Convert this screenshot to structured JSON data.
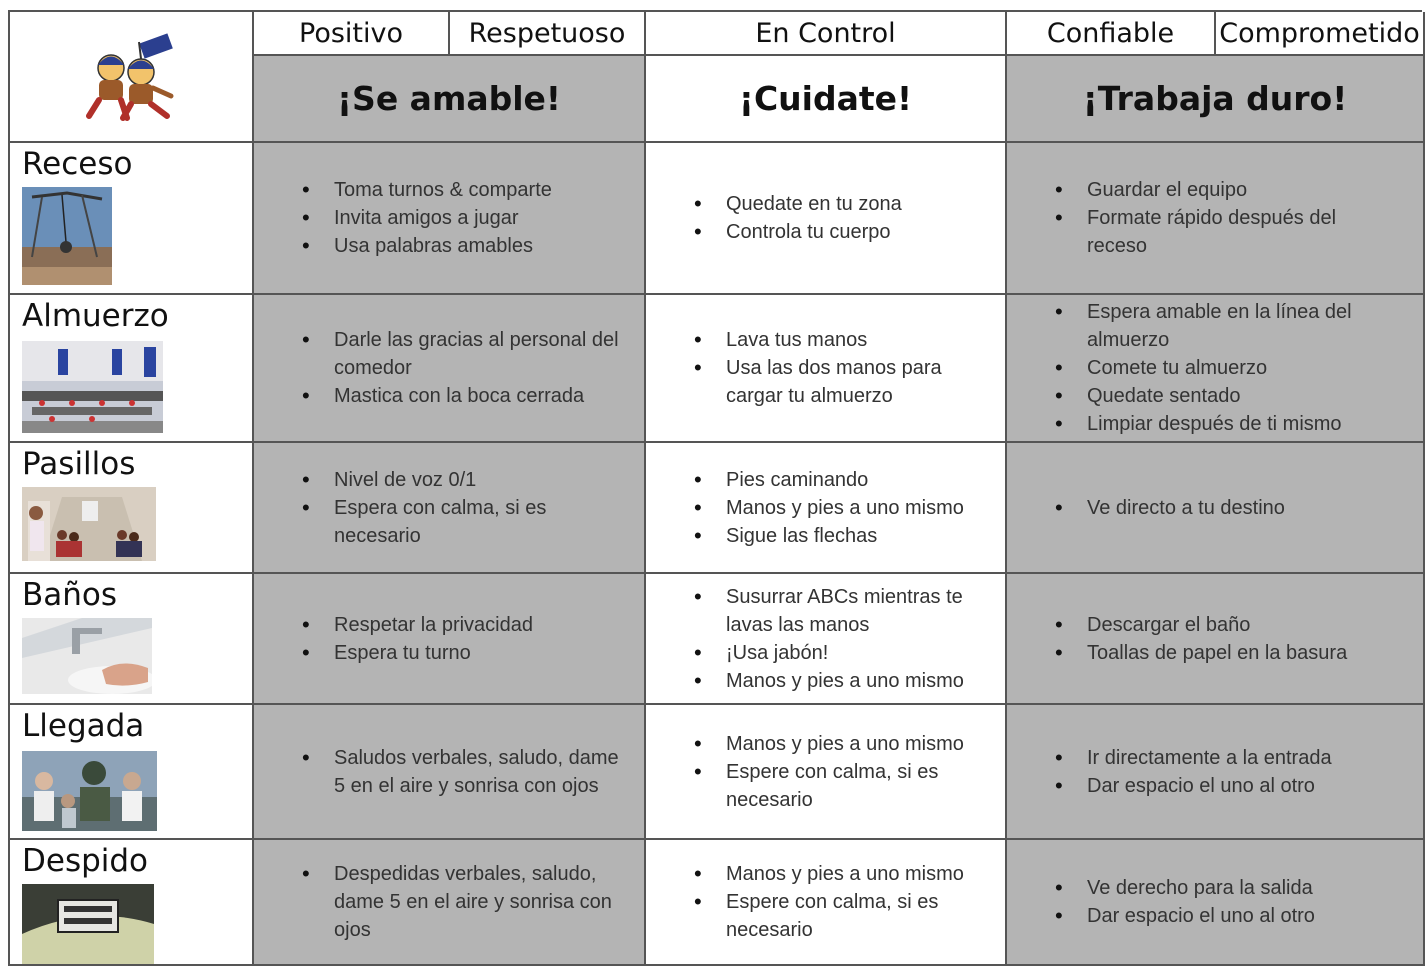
{
  "header": {
    "positive": "Positivo",
    "respectful": "Respetuoso",
    "in_control": "En Control",
    "reliable": "Confiable",
    "committed": "Comprometido",
    "kind": "¡Se amable!",
    "care": "¡Cuidate!",
    "work": "¡Trabaja duro!"
  },
  "rows": [
    {
      "label": "Receso",
      "kind": [
        "Toma turnos & comparte",
        "Invita amigos a jugar",
        "Usa palabras amables"
      ],
      "care": [
        "Quedate en tu zona",
        "Controla tu cuerpo"
      ],
      "work": [
        "Guardar el equipo",
        "Formate rápido después del receso"
      ]
    },
    {
      "label": "Almuerzo",
      "kind": [
        "Darle las gracias al personal del comedor",
        "Mastica con la boca cerrada"
      ],
      "care": [
        "Lava tus manos",
        "Usa las dos manos para cargar tu almuerzo"
      ],
      "work": [
        "Espera amable en la línea del almuerzo",
        "Comete tu almuerzo",
        "Quedate sentado",
        "Limpiar después de ti mismo"
      ]
    },
    {
      "label": "Pasillos",
      "kind": [
        "Nivel de voz 0/1",
        "Espera con calma, si es necesario"
      ],
      "care": [
        "Pies caminando",
        "Manos y pies a uno mismo",
        "Sigue las flechas"
      ],
      "work": [
        "Ve directo a tu destino"
      ]
    },
    {
      "label": "Baños",
      "kind": [
        "Respetar la privacidad",
        "Espera tu turno"
      ],
      "care": [
        "Susurrar ABCs mientras te lavas las manos",
        "¡Usa jabón!",
        "Manos y pies a uno mismo"
      ],
      "work": [
        "Descargar el baño",
        "Toallas de papel en la basura"
      ]
    },
    {
      "label": "Llegada",
      "kind": [
        "Saludos verbales, saludo, dame 5 en el aire y sonrisa con ojos"
      ],
      "care": [
        "Manos y pies a uno mismo",
        "Espere con calma, si es necesario"
      ],
      "work": [
        "Ir directamente a la entrada",
        "Dar espacio el uno al otro"
      ]
    },
    {
      "label": "Despido",
      "kind": [
        "Despedidas verbales, saludo, dame 5 en el aire y sonrisa con ojos"
      ],
      "care": [
        "Manos y pies a uno mismo",
        "Espere con calma, si es necesario"
      ],
      "work": [
        "Ve derecho para la salida",
        "Dar espacio el uno al otro"
      ]
    }
  ],
  "icons": {
    "logo": "school-mascot-icon",
    "photos": [
      "playground-swing-photo",
      "cafeteria-photo",
      "hallway-photo",
      "sink-handwashing-photo",
      "arrival-photo",
      "goodbye-sign-photo"
    ]
  },
  "colors": {
    "cell_gray": "#b4b4b4",
    "border": "#555555"
  }
}
